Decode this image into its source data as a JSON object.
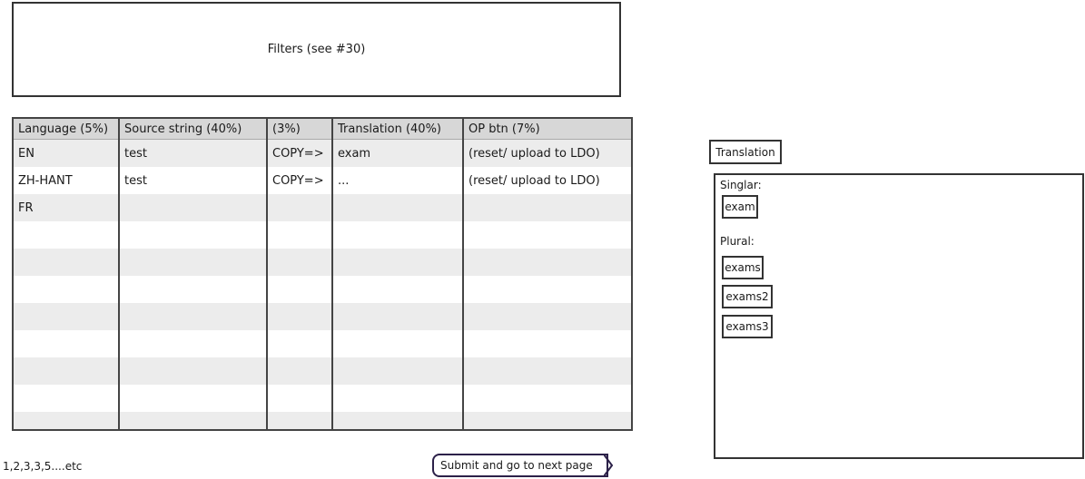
{
  "filters": {
    "label": "Filters (see #30)"
  },
  "table": {
    "headers": [
      "Language (5%)",
      "Source string (40%)",
      "(3%)",
      "Translation (40%)",
      "OP btn (7%)"
    ],
    "rows": [
      [
        "EN",
        "test",
        "COPY=>",
        "exam",
        "(reset/ upload to LDO)"
      ],
      [
        "ZH-HANT",
        "test",
        "COPY=>",
        "...",
        "(reset/ upload to LDO)"
      ],
      [
        "FR",
        "",
        "",
        "",
        ""
      ]
    ]
  },
  "pagination": {
    "text": "1,2,3,3,5....etc"
  },
  "submit": {
    "label": "Submit and go to next page"
  },
  "translation_panel": {
    "tab_label": "Translation",
    "singular_label": "Singlar:",
    "singular_value": "exam",
    "plural_label": "Plural:",
    "plural_values": [
      "exams",
      "exams2",
      "exams3"
    ]
  }
}
